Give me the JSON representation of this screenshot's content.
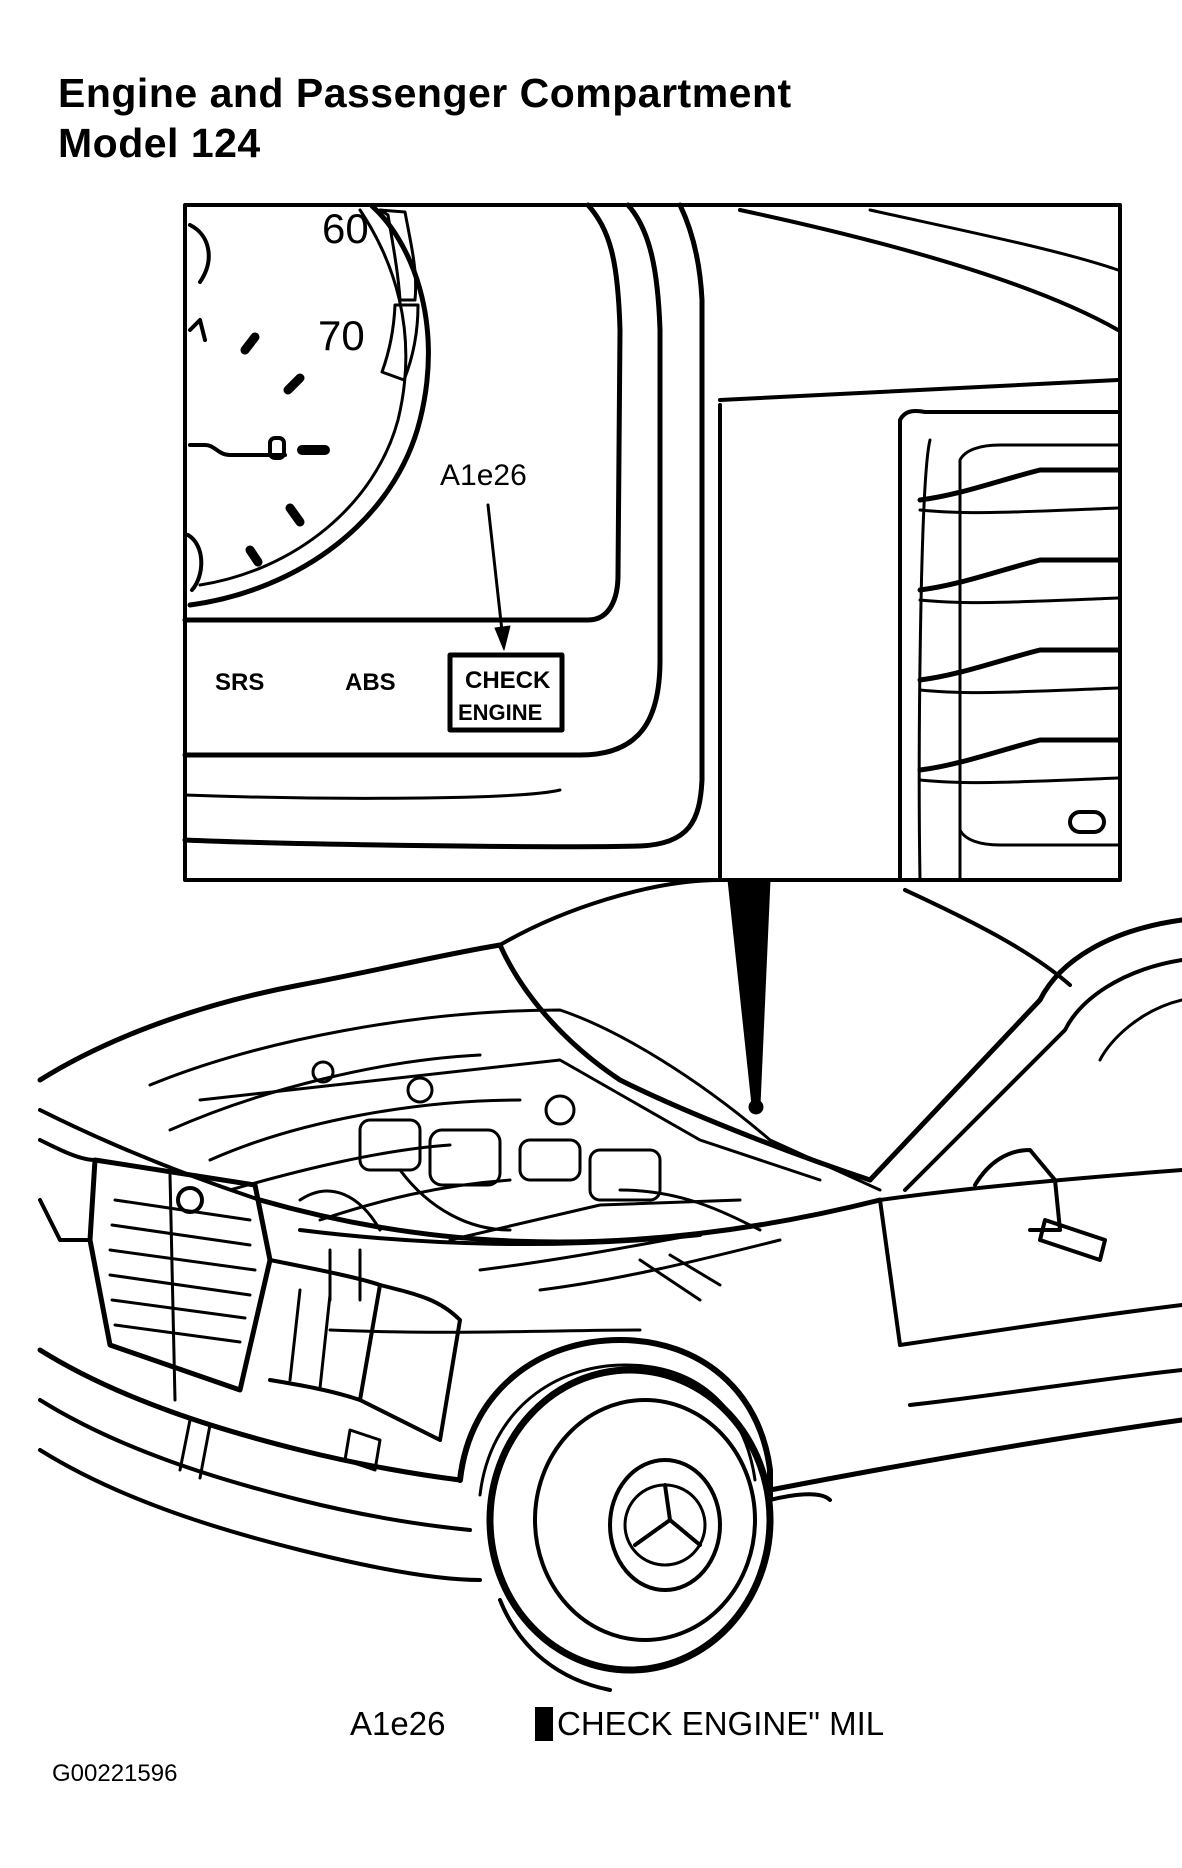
{
  "header": {
    "title_line1": "Engine and Passenger Compartment",
    "title_line2": "Model 124"
  },
  "inset": {
    "callout_label": "A1e26",
    "speedometer_marks": [
      "60",
      "70"
    ],
    "warning_lamps": [
      "SRS",
      "ABS"
    ],
    "check_engine_line1": "CHECK",
    "check_engine_line2": "ENGINE"
  },
  "legend": {
    "code": "A1e26",
    "description": "CHECK ENGINE\" MIL"
  },
  "figure_id": "G00221596"
}
